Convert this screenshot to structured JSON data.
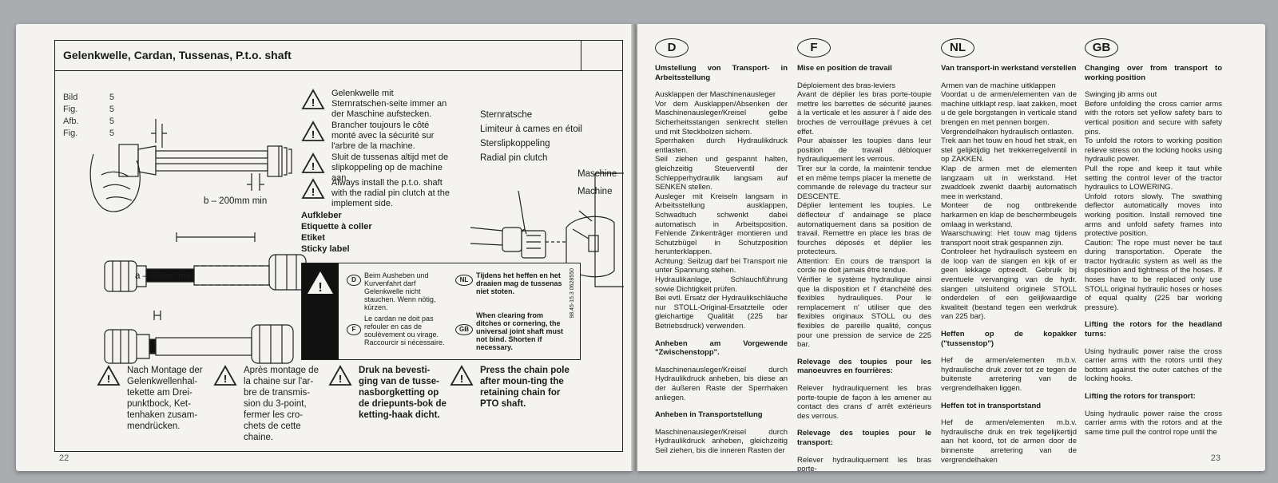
{
  "left_page": {
    "title": "Gelenkwelle, Cardan, Tussenas, P.t.o. shaft",
    "fig_labels": [
      {
        "word": "Bild",
        "num": "5"
      },
      {
        "word": "Fig.",
        "num": "5"
      },
      {
        "word": "Afb.",
        "num": "5"
      },
      {
        "word": "Fig.",
        "num": "5"
      }
    ],
    "warnings": [
      "Gelenkwelle mit Sternratschen-seite immer an der Maschine aufstecken.",
      "Brancher toujours le côté monté avec la sécurité sur l'arbre de la machine.",
      "Sluit de tussenas altijd met de slipkoppeling op de machine aan.",
      "Always install the p.t.o. shaft with the radial pin clutch at the implement side."
    ],
    "ratchet_labels": [
      "Sternratsche",
      "Limiteur à cames en étoil",
      "Sterslipkoppeling",
      "Radial pin clutch"
    ],
    "machine_labels": [
      "Maschine",
      "Machine"
    ],
    "dim_b": "b – 200mm min",
    "dim_a": "a – 60mm min",
    "sticker_labels": [
      "Aufkleber",
      "Etiquette à coller",
      "Etiket",
      "Sticky label"
    ],
    "warnbox": {
      "d_code": "D",
      "d_text": "Beim Ausheben und Kurvenfahrt darf Gelenkwelle nicht stauchen. Wenn nötig, kürzen.",
      "nl_code": "NL",
      "nl_text": "Tijdens het heffen en het draaien mag de tussenas niet stoten.",
      "f_code": "F",
      "f_text": "Le cardan ne doit pas refouler en cas de soulèvement ou virage. Raccourcir si nécessaire.",
      "gb_code": "GB",
      "gb_text": "When clearing from ditches or cornering, the universal joint shaft must not bind. Shorten if necessary.",
      "code": "98.45-15.3 0628550"
    },
    "bottom_warnings": [
      "Nach Montage der Gelenkwellenhal-tekette am Drei-punktbock, Ket-tenhaken zusam-mendrücken.",
      "Après montage de la chaine sur l'ar-bre de transmis-sion du 3-point, fermer les cro-chets de cette chaine.",
      "Druk na bevesti-ging van de tusse-nasborgketting op de driepunts-bok de ketting-haak dicht.",
      "Press the chain pole after moun-ting the retaining chain for PTO shaft."
    ],
    "page_number": "22"
  },
  "right_page": {
    "page_number": "23",
    "columns": [
      {
        "lang": "D",
        "heading": "Umstellung von Transport- in Arbeitsstellung",
        "paragraphs": [
          "Ausklappen der Maschinenausleger",
          "Vor dem Ausklappen/Absenken der Maschinenausleger/Kreisel gelbe Sicherheitsstangen senkrecht stellen und mit Steckbolzen sichern.",
          "Sperrhaken durch Hydraulikdruck entlasten.",
          "Seil ziehen und gespannt halten, gleichzeitig Steuerventil der Schlepperhydraulik langsam auf SENKEN stellen.",
          "Ausleger mit Kreiseln langsam in Arbeitsstellung ausklappen, Schwadtuch schwenkt dabei automatisch in Arbeitsposition. Fehlende Zinkenträger montieren und Schutzbügel in Schutzposition herunterklappen.",
          "Achtung: Seilzug darf bei Transport nie unter Spannung stehen.",
          "Hydraulikanlage, Schlauchführung sowie Dichtigkeit prüfen.",
          "Bei evtl. Ersatz der Hydraulikschläuche nur STOLL-Original-Ersatzteile oder gleichartige Qualität (225 bar Betriebsdruck) verwenden."
        ],
        "sub1": "Anheben am Vorgewende \"Zwischenstopp\".",
        "sub1_text": "Maschinenausleger/Kreisel durch Hydraulikdruck anheben, bis diese an der äußeren Raste der Sperrhaken anliegen.",
        "sub2": "Anheben in Transportstellung",
        "sub2_text": "Maschinenausleger/Kreisel durch Hydraulikdruck anheben, gleichzeitig Seil ziehen, bis die inneren Rasten der"
      },
      {
        "lang": "F",
        "heading": "Mise en position de travail",
        "paragraphs": [
          "Déploiement des bras-leviers",
          "Avant de déplier les bras porte-toupie mettre les barrettes de sécurité jaunes à la verticale et les assurer à l' aide des broches de verrouillage prévues à cet effet.",
          "Pour abaisser les toupies dans leur position de travail débloquer hydrauliquement les verrous.",
          "Tirer sur la corde, la maintenir tendue et en même temps placer la menette de commande de relevage du tracteur sur DESCENTE.",
          "Déplier lentement les toupies. Le déflecteur d' andainage se place automatiquement dans sa position de travail. Remettre en place les bras de fourches déposés et déplier les protecteurs.",
          "Attention: En cours de transport la corde ne doit jamais être tendue.",
          "Vérifier le système hydraulique ainsi que la disposition et l' étanchéité des flexibles hydrauliques. Pour le remplacement n' utiliser que des flexibles originaux STOLL ou des flexibles de pareille qualité, conçus pour une pression de service de 225 bar."
        ],
        "sub1": "Relevage des toupies pour les manoeuvres en fourrières:",
        "sub1_text": "Relever hydrauliquement les bras porte-toupie de façon à les amener au contact des crans d' arrêt extérieurs des verrous.",
        "sub2": "Relevage des toupies pour le transport:",
        "sub2_text": "Relever hydrauliquement les bras porte-"
      },
      {
        "lang": "NL",
        "heading": "Van transport-in werkstand verstellen",
        "paragraphs": [
          "Armen van de machine uitklappen",
          "Voordat u de armen/elementen van de machine uitklapt resp. laat zakken, moet u de gele borgstangen in verticale stand brengen en met pennen borgen.",
          "Vergrendelhaken hydraulisch ontlasten.",
          "Trek aan het touw en houd het strak, en stel gelijktijdig het trekkerregelventil in op ZAKKEN.",
          "Klap de armen met de elementen langzaam uit in werkstand. Het zwaddoek zwenkt daarbij automatisch mee in werkstand.",
          "Monteer de nog ontbrekende harkarmen en klap de beschermbeugels omlaag in werkstand.",
          "Waarschuwing: Het touw mag tijdens transport nooit strak gespannen zijn.",
          "Controleer het hydraulisch systeem en de loop van de slangen en kijk of er geen lekkage optreedt. Gebruik bij eventuele vervanging van de hydr. slangen uitsluitend originele STOLL onderdelen of een gelijkwaardige kwaliteit (bestand tegen een werkdruk van 225 bar)."
        ],
        "sub1": "Heffen op de kopakker (\"tussenstop\")",
        "sub1_text": "Hef de armen/elementen m.b.v. hydraulische druk zover tot ze tegen de buitenste arretering van de vergrendelhaken liggen.",
        "sub2": "Heffen tot in transportstand",
        "sub2_text": "Hef de armen/elementen m.b.v. hydraulische druk en trek tegelijkertijd aan het koord, tot de armen door de binnenste arretering van de vergrendelhaken"
      },
      {
        "lang": "GB",
        "heading": "Changing over from transport to working position",
        "paragraphs": [
          "Swinging jib arms out",
          "Before unfolding the cross carrier arms with the rotors set yellow safety bars to vertical position and secure with safety pins.",
          "To unfold the rotors to working position relieve stress on the locking hooks using hydraulic power.",
          "Pull the rope and keep it taut while setting the control lever of the tractor hydraulics to LOWERING.",
          "Unfold rotors slowly. The swathing deflector automatically moves into working position. Install removed tine arms and unfold safety frames into protective position.",
          "Caution: The rope must never be taut during transportation. Operate the tractor hydraulic system as well as the disposition and tightness of the hoses. If hoses have to be replaced only use STOLL original hydraulic hoses or hoses of equal quality (225 bar working pressure)."
        ],
        "sub1": "Lifting the rotors for the headland turns:",
        "sub1_text": "Using hydraulic power raise the cross carrier arms with the rotors until they bottom against the outer catches of the locking hooks.",
        "sub2": "Lifting the rotors for transport:",
        "sub2_text": "Using hydraulic power raise the cross carrier arms with the rotors and at the same time pull the control rope until the"
      }
    ]
  }
}
